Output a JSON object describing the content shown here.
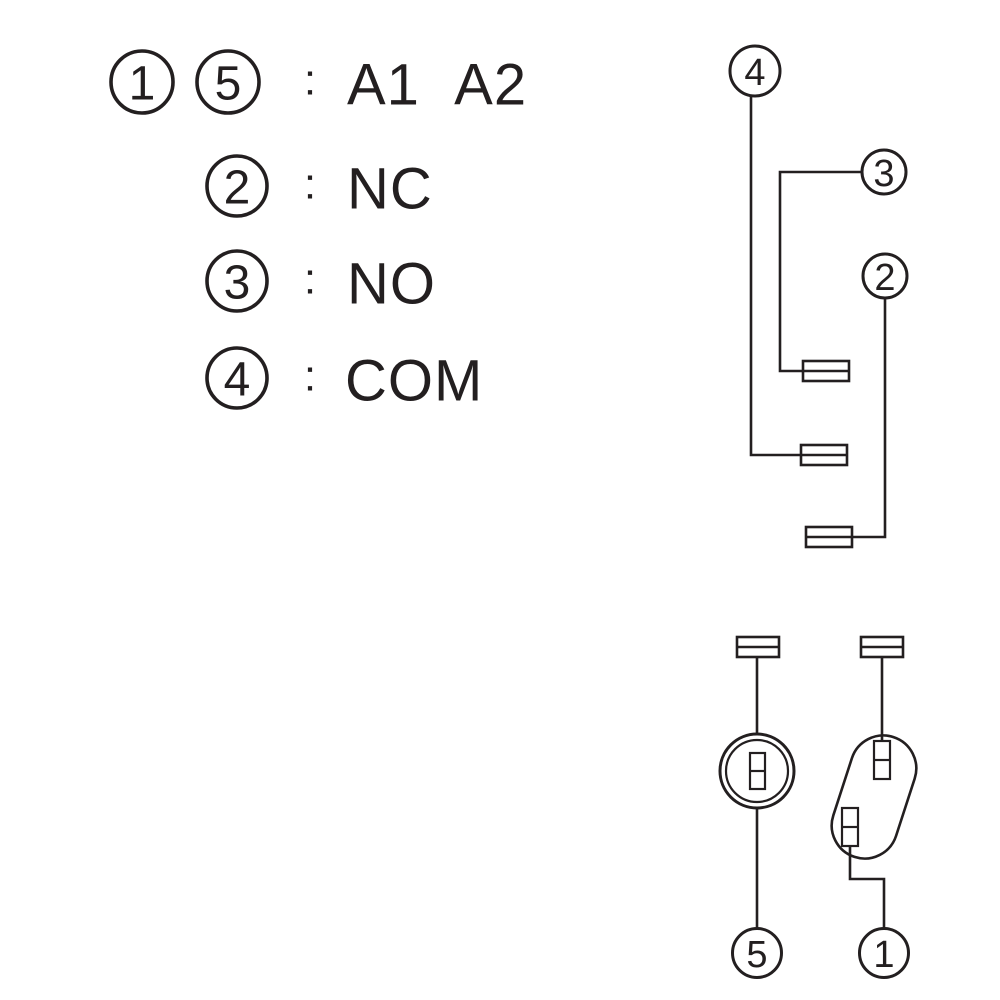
{
  "title": "relay-pinout-diagram",
  "colors": {
    "line": "#231f20",
    "background": "#ffffff"
  },
  "legend": {
    "rows": [
      {
        "numbers": [
          "1",
          "5"
        ],
        "separator": ":",
        "label": "A1  A2"
      },
      {
        "numbers": [
          "2"
        ],
        "separator": ":",
        "label": "NC"
      },
      {
        "numbers": [
          "3"
        ],
        "separator": ":",
        "label": "NO"
      },
      {
        "numbers": [
          "4"
        ],
        "separator": ":",
        "label": "COM"
      }
    ]
  },
  "schematic": {
    "contact_pins": [
      {
        "id": "4"
      },
      {
        "id": "3"
      },
      {
        "id": "2"
      }
    ],
    "coil_pins": [
      {
        "id": "5"
      },
      {
        "id": "1"
      }
    ],
    "symbols": {
      "terminal": "blade-terminal-symbol",
      "coil": "relay-coil-symbol",
      "actuator": "tilted-stadium-contact-symbol"
    }
  }
}
